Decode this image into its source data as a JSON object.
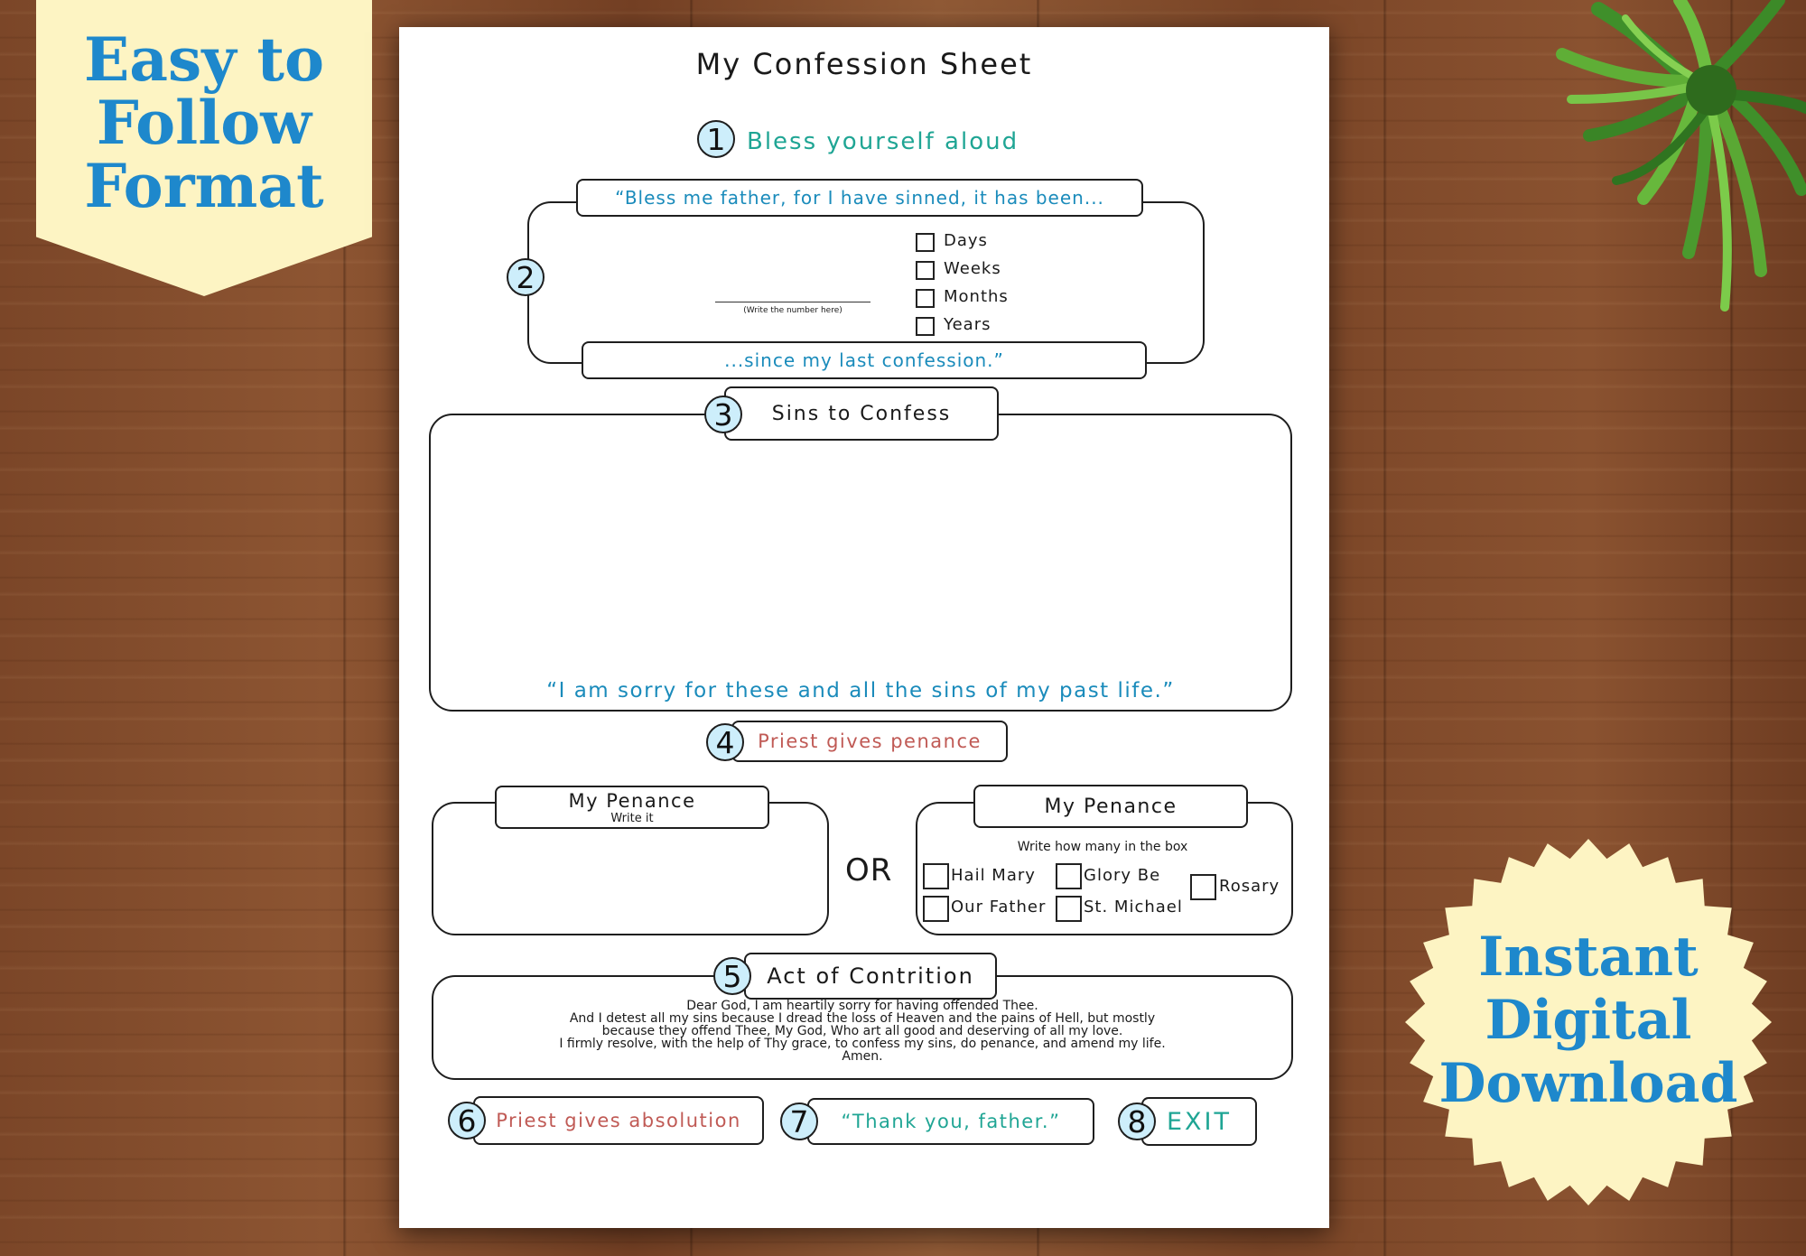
{
  "promo_ribbon": {
    "lines": [
      "Easy to",
      "Follow",
      "Format"
    ]
  },
  "promo_seal": {
    "lines": [
      "Instant",
      "Digital",
      "Download"
    ]
  },
  "colors": {
    "accent_blue": "#1e88cc",
    "teal": "#1fa594",
    "red": "#c05a55",
    "badge_fill": "#cdeefb",
    "cream": "#fdf4c3"
  },
  "sheet": {
    "title": "My Confession Sheet",
    "step1": {
      "number": "1",
      "text": "Bless yourself aloud"
    },
    "step2": {
      "number": "2",
      "opening": "“Bless me father, for I have sinned, it has been...",
      "write_hint": "(Write the number here)",
      "options": [
        "Days",
        "Weeks",
        "Months",
        "Years"
      ],
      "closing": "...since my last confession.”"
    },
    "step3": {
      "number": "3",
      "title": "Sins to Confess",
      "sorry": "“I am sorry for these and all the sins of my past life.”"
    },
    "step4": {
      "number": "4",
      "text": "Priest gives penance"
    },
    "penance_left": {
      "title": "My Penance",
      "subtitle": "Write it"
    },
    "or_label": "OR",
    "penance_right": {
      "title": "My Penance",
      "instruction": "Write how many in the box",
      "prayers": [
        "Hail Mary",
        "Glory Be",
        "Our Father",
        "St. Michael",
        "Rosary"
      ]
    },
    "step5": {
      "number": "5",
      "title": "Act of Contrition",
      "lines": [
        "Dear God, I am heartily sorry for having offended Thee.",
        "And I detest all my sins because I dread the loss of Heaven and the pains of Hell, but mostly",
        "because they offend Thee, My God, Who art all good and deserving of all my love.",
        "I firmly resolve, with the help of Thy grace, to confess my sins, do penance, and amend my life.",
        "Amen."
      ]
    },
    "step6": {
      "number": "6",
      "text": "Priest gives absolution"
    },
    "step7": {
      "number": "7",
      "text": "“Thank you, father.”"
    },
    "step8": {
      "number": "8",
      "text": "EXIT"
    }
  }
}
